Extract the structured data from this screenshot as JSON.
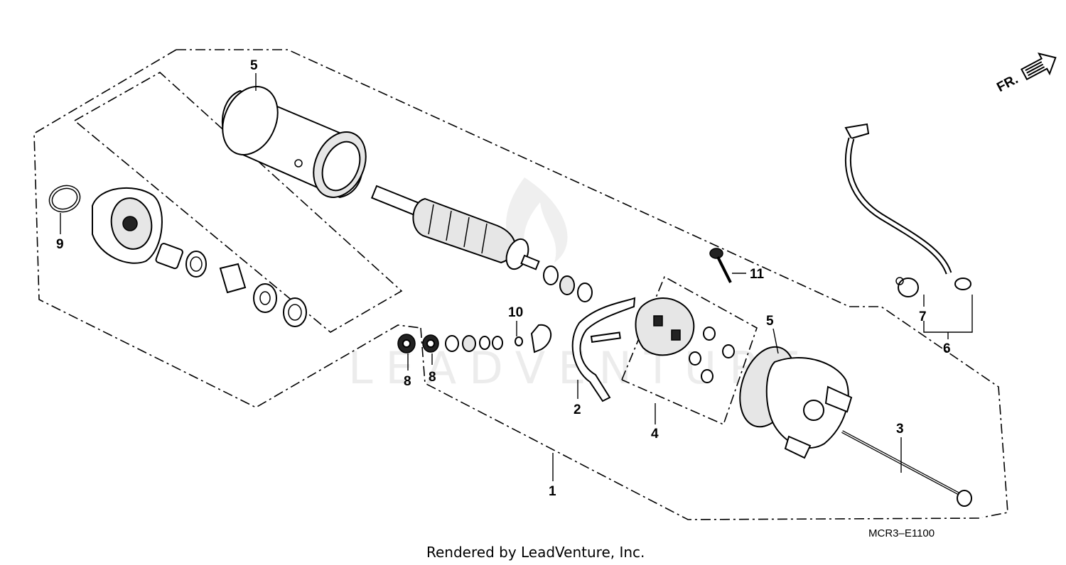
{
  "diagram": {
    "callouts": [
      {
        "id": "callout-1",
        "text": "1"
      },
      {
        "id": "callout-2",
        "text": "2"
      },
      {
        "id": "callout-3",
        "text": "3"
      },
      {
        "id": "callout-4",
        "text": "4"
      },
      {
        "id": "callout-5-top",
        "text": "5"
      },
      {
        "id": "callout-5-right",
        "text": "5"
      },
      {
        "id": "callout-6",
        "text": "6"
      },
      {
        "id": "callout-7",
        "text": "7"
      },
      {
        "id": "callout-8-left",
        "text": "8"
      },
      {
        "id": "callout-8-right",
        "text": "8"
      },
      {
        "id": "callout-9",
        "text": "9"
      },
      {
        "id": "callout-10",
        "text": "10"
      },
      {
        "id": "callout-11",
        "text": "11"
      }
    ],
    "front_arrow_label": "FR.",
    "diagram_code": "MCR3–E1100",
    "watermark": "LEADVENTURE",
    "credit": "Rendered by LeadVenture, Inc."
  }
}
